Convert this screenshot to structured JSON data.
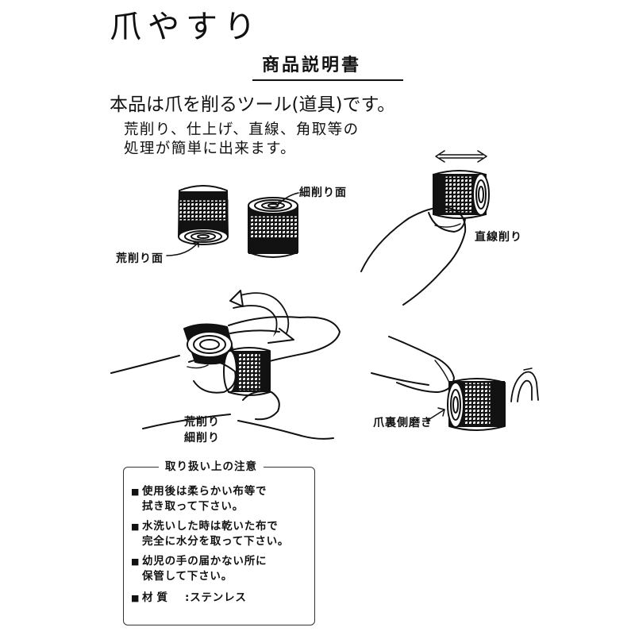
{
  "header": {
    "title": "爪やすり",
    "subtitle": "商品説明書"
  },
  "intro": "本品は爪を削るツール(道具)です。",
  "description": [
    "荒削り、仕上げ、直線、角取等の",
    "処理が簡単に出来ます。"
  ],
  "illustration_labels": {
    "fine_surface": "細削り面",
    "rough_surface": "荒削り面",
    "straight_filing": "直線削り",
    "rough_and_fine": [
      "荒削り",
      "細削り"
    ],
    "nail_underside": "爪裏側磨き"
  },
  "precautions": {
    "title": "取り扱い上の注意",
    "bullet": "■",
    "items": [
      {
        "lines": [
          "使用後は柔らかい布等で",
          "拭き取って下さい。"
        ]
      },
      {
        "lines": [
          "水洗いした時は乾いた布で",
          "完全に水分を取って下さい。"
        ]
      },
      {
        "lines": [
          "幼児の手の届かない所に",
          "保管して下さい。"
        ]
      }
    ],
    "material": {
      "label": "材質",
      "separator": ":",
      "value": "ステンレス"
    }
  }
}
